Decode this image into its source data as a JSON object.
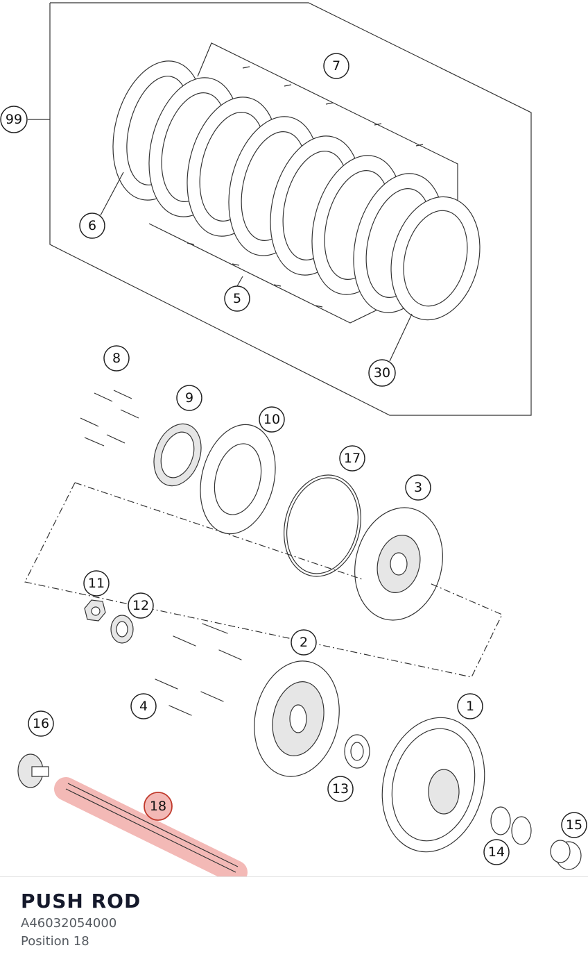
{
  "callouts": {
    "c99": "99",
    "c7": "7",
    "c6": "6",
    "c5": "5",
    "c30": "30",
    "c8": "8",
    "c9": "9",
    "c10": "10",
    "c17": "17",
    "c3": "3",
    "c11": "11",
    "c12": "12",
    "c2": "2",
    "c4": "4",
    "c1": "1",
    "c16": "16",
    "c18": "18",
    "c13": "13",
    "c14": "14",
    "c15": "15"
  },
  "selected_part": {
    "name": "PUSH ROD",
    "number": "A46032054000",
    "position": "Position 18",
    "highlight_color": "#f3b9b6"
  }
}
